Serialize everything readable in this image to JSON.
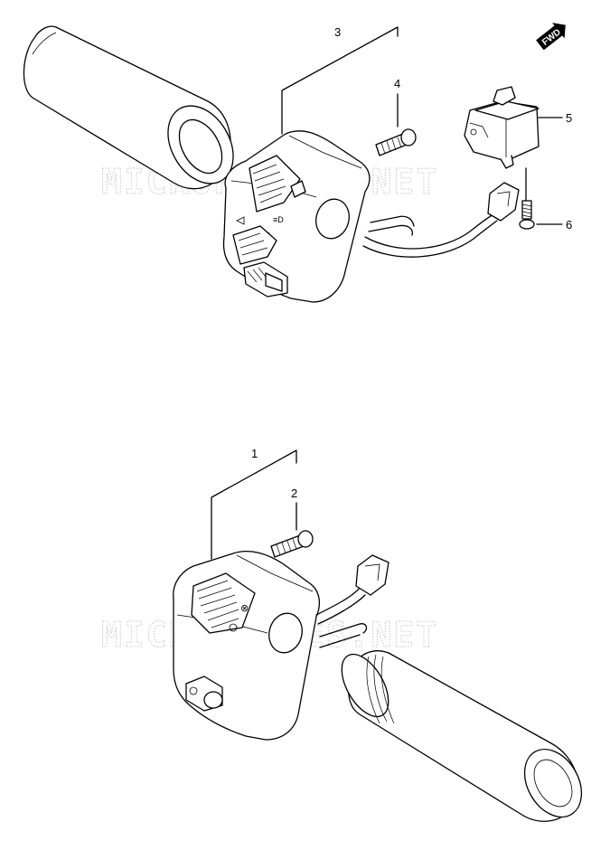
{
  "diagram": {
    "fwd_badge": "FWD",
    "watermarks": [
      {
        "text": "MICROFICHES.NET"
      },
      {
        "text": "MICROFICHES.NET"
      }
    ],
    "callouts": [
      {
        "id": "1",
        "label": "1"
      },
      {
        "id": "2",
        "label": "2"
      },
      {
        "id": "3",
        "label": "3"
      },
      {
        "id": "4",
        "label": "4"
      },
      {
        "id": "5",
        "label": "5"
      },
      {
        "id": "6",
        "label": "6"
      }
    ]
  }
}
